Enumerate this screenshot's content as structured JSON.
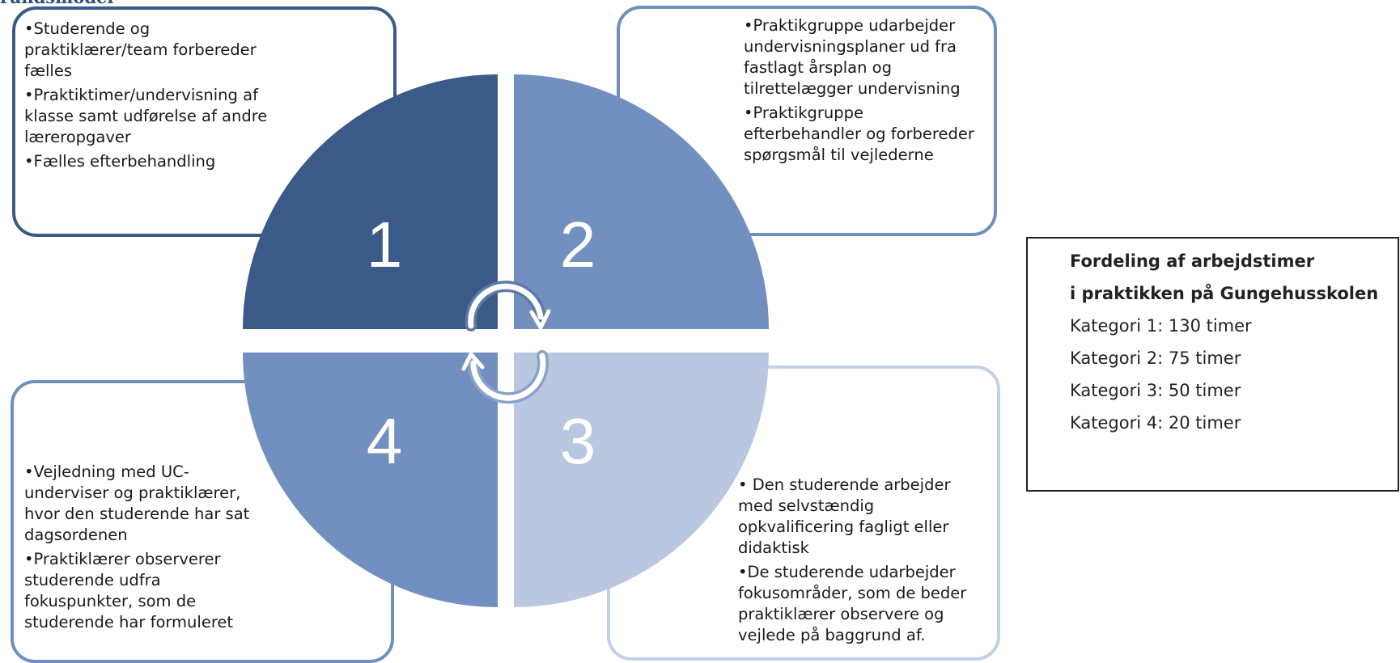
{
  "header_fragment": "rundsmodel",
  "colors": {
    "q1": "#3b5a88",
    "q2": "#7190c0",
    "q3": "#b9c7e0",
    "q4": "#7190c0",
    "box1_border": "#3b5a88",
    "box2_border": "#6f8fbf",
    "box3_border": "#c2cfe5",
    "box4_border": "#6f8fbf"
  },
  "quadrants": [
    {
      "number": "1",
      "bullets": [
        "•Studerende og praktiklærer/team forbereder fælles",
        "•Praktiktimer/undervisning af klasse samt udførelse af andre læreropgaver",
        "•Fælles efterbehandling"
      ]
    },
    {
      "number": "2",
      "bullets": [
        "•Praktikgruppe udarbejder undervisningsplaner ud fra fastlagt årsplan og tilrettelægger undervisning",
        "•Praktikgruppe efterbehandler og forbereder spørgsmål til vejlederne"
      ]
    },
    {
      "number": "3",
      "bullets": [
        "• Den studerende arbejder med selvstændig opkvalificering fagligt eller didaktisk",
        "•De studerende udarbejder fokusområder, som de beder praktiklærer observere  og vejlede på baggrund af."
      ]
    },
    {
      "number": "4",
      "bullets": [
        "•Vejledning med UC-underviser og praktiklærer, hvor den studerende har sat dagsordenen",
        "•Praktiklærer observerer studerende udfra fokuspunkter, som de studerende har formuleret"
      ]
    }
  ],
  "cycle_icon": "circular-arrows-icon",
  "info": {
    "heading_line1": "Fordeling af arbejdstimer",
    "heading_line2": "i praktikken på Gungehusskolen",
    "categories": [
      "Kategori 1: 130 timer",
      "Kategori 2: 75 timer",
      "Kategori 3: 50 timer",
      "Kategori 4: 20 timer"
    ]
  }
}
